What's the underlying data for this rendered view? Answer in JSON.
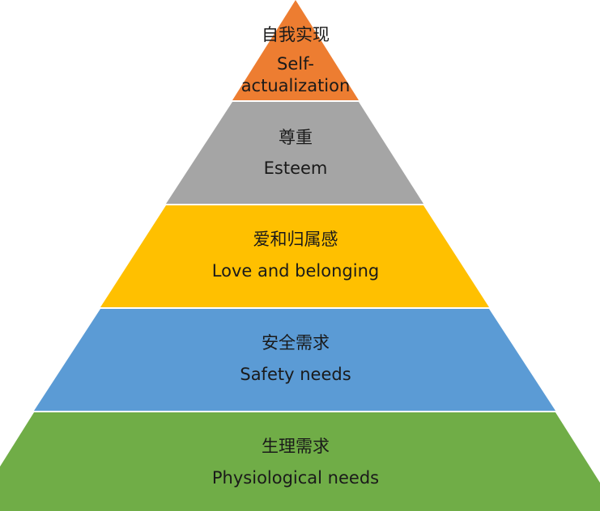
{
  "pyramid": {
    "tiers": [
      {
        "zh": "自我实现",
        "en_line1": "Self-",
        "en_line2": "actualization",
        "color": "#ED7D31"
      },
      {
        "zh": "尊重",
        "en_line1": "Esteem",
        "color": "#A5A5A5"
      },
      {
        "zh": "爱和归属感",
        "en_line1": "Love and belonging",
        "color": "#FFC000"
      },
      {
        "zh": "安全需求",
        "en_line1": "Safety needs",
        "color": "#5B9BD5"
      },
      {
        "zh": "生理需求",
        "en_line1": "Physiological needs",
        "color": "#70AD47"
      }
    ]
  }
}
